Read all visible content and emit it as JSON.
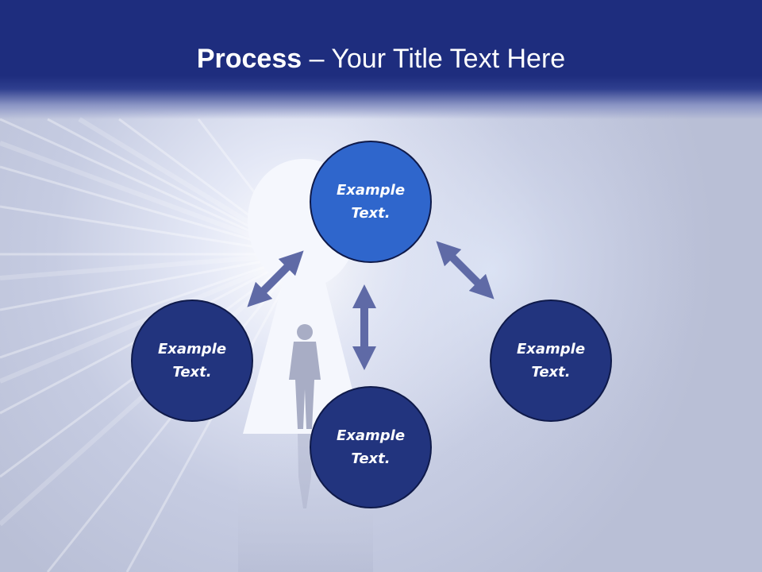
{
  "title": {
    "bold_part": "Process",
    "rest_part": " – Your Title Text Here"
  },
  "nodes": [
    {
      "line1": "Example",
      "line2": "Text."
    },
    {
      "line1": "Example",
      "line2": "Text."
    },
    {
      "line1": "Example",
      "line2": "Text."
    },
    {
      "line1": "Example",
      "line2": "Text."
    }
  ],
  "colors": {
    "header": "#1e2d7e",
    "node_fill": "#22347e",
    "node_active_fill": "#2f66cc",
    "node_border": "#0f1a4a",
    "arrow": "#5f6aa6"
  }
}
